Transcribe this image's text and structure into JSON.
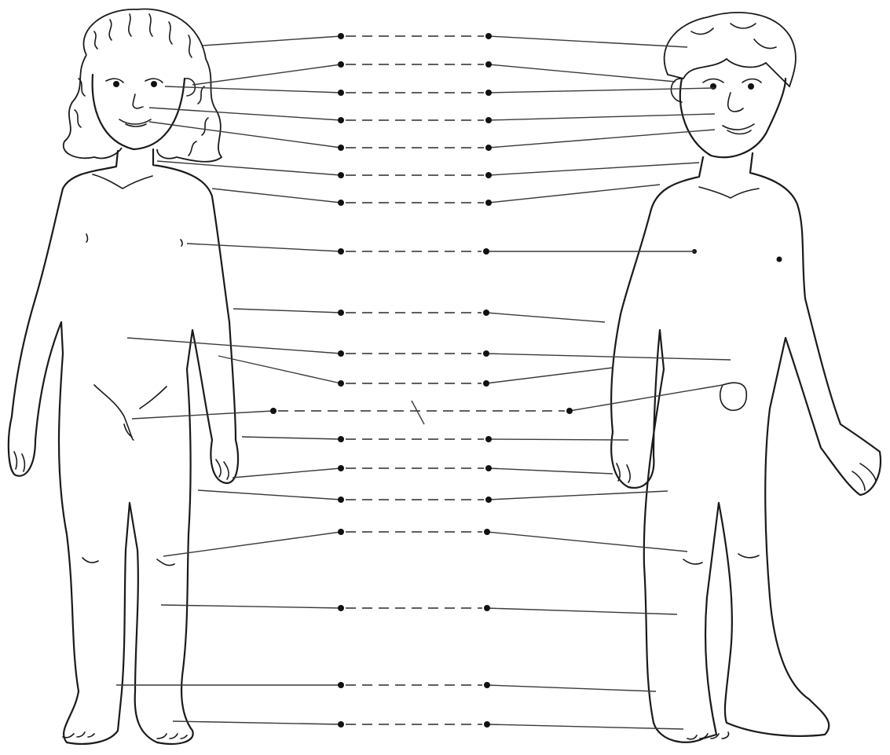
{
  "figures": [
    {
      "name": "girl-figure",
      "icon": "girl-outline-drawing"
    },
    {
      "name": "boy-figure",
      "icon": "boy-outline-drawing"
    }
  ],
  "colors": {
    "line": "#1a1a1a",
    "background": "#ffffff"
  },
  "label_rows": 19,
  "diagram_type": "unlabeled body-parts matching worksheet"
}
